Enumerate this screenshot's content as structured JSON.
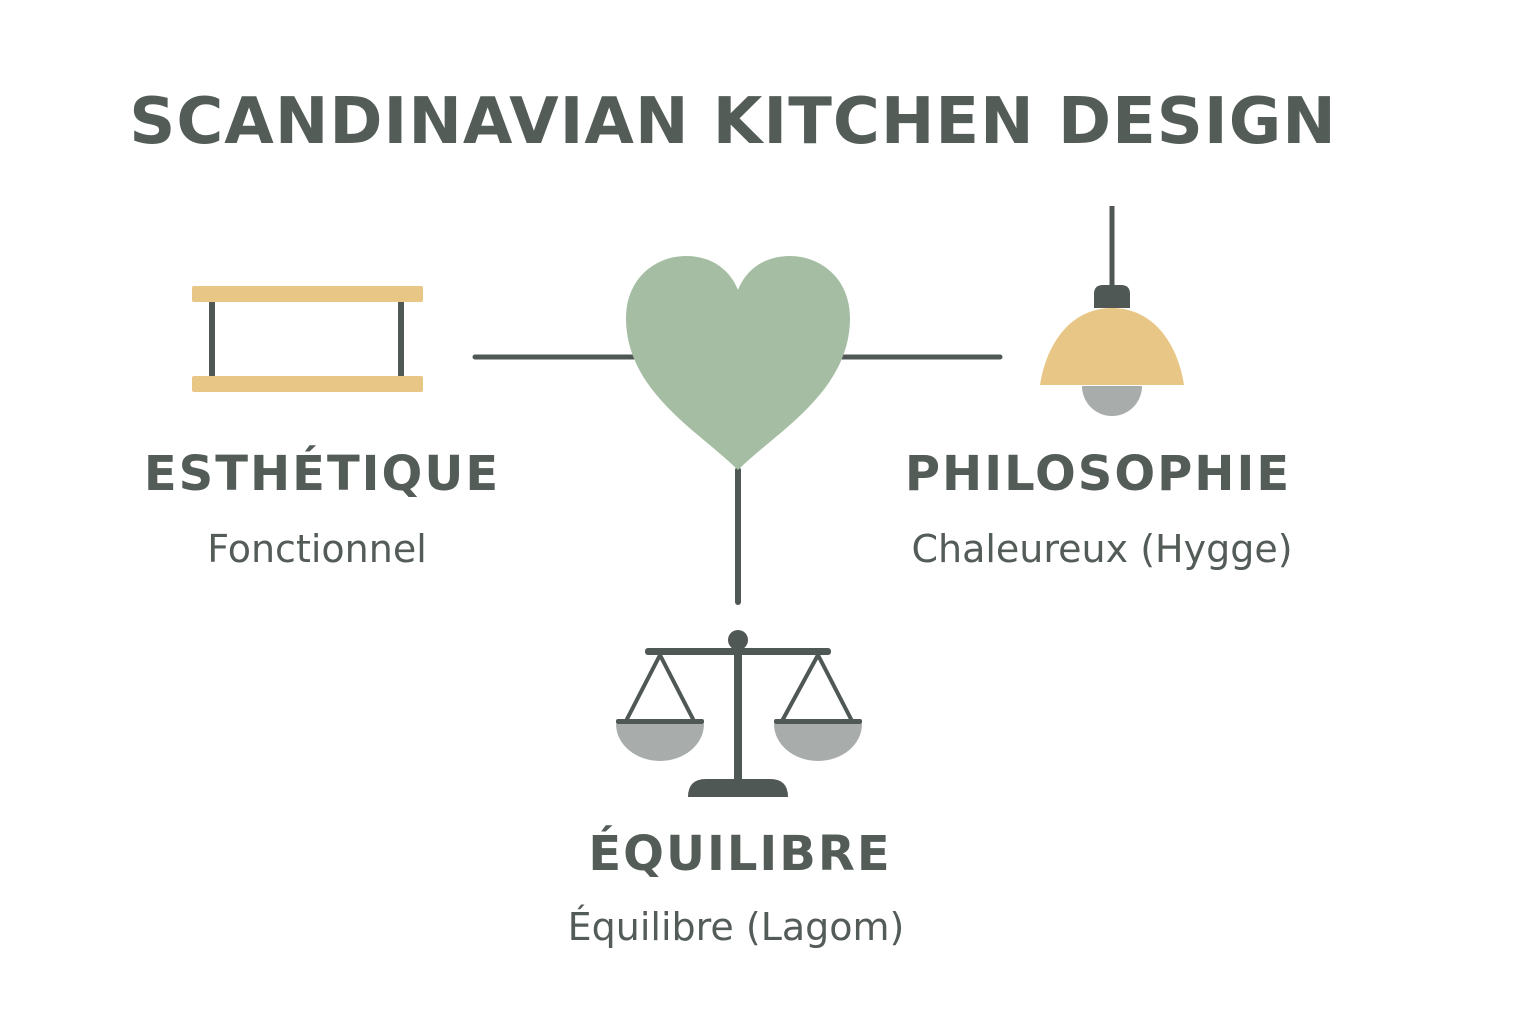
{
  "title": "SCANDINAVIAN KITCHEN DESIGN",
  "nodes": {
    "aesthetic": {
      "heading": "ESTHÉTIQUE",
      "subtitle": "Fonctionnel",
      "icon": "shelf-icon"
    },
    "philosophy": {
      "heading": "PHILOSOPHIE",
      "subtitle": "Chaleureux (Hygge)",
      "icon": "pendant-lamp-icon"
    },
    "balance": {
      "heading": "ÉQUILIBRE",
      "subtitle": "Équilibre (Lagom)",
      "icon": "balance-scale-icon"
    },
    "center": {
      "icon": "heart-icon"
    }
  },
  "colors": {
    "text": "#545c58",
    "line": "#4f5854",
    "heart": "#a5bea3",
    "wood": "#e8c786",
    "grey": "#a8acaa"
  }
}
